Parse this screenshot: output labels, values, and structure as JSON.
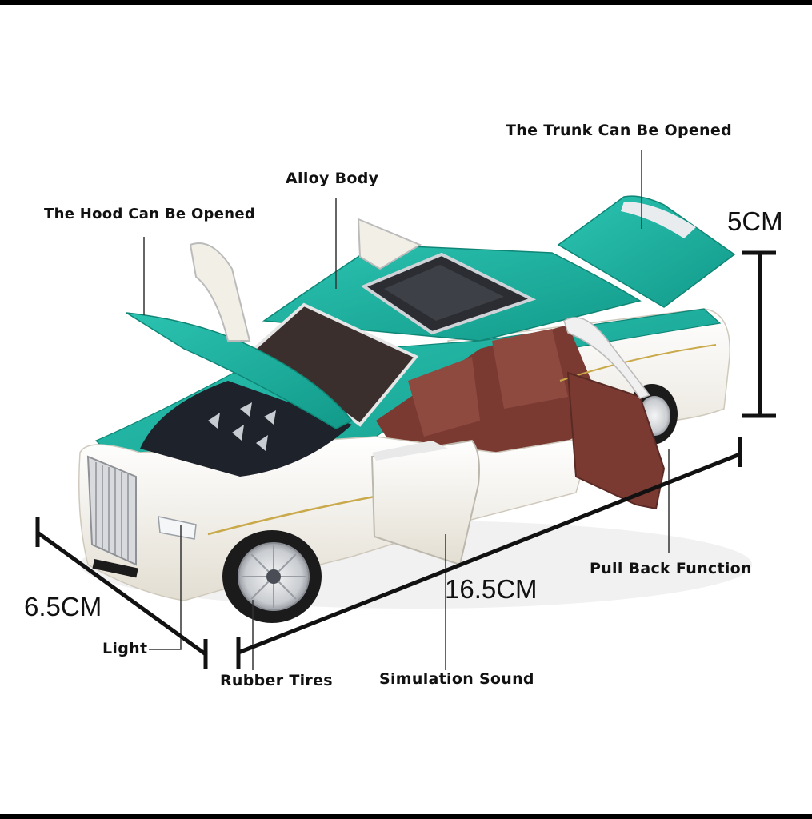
{
  "labels": {
    "trunk": "The Trunk Can Be Opened",
    "alloy": "Alloy Body",
    "hood": "The Hood Can Be Opened",
    "pull_back": "Pull Back Function",
    "light": "Light",
    "rubber_tires": "Rubber Tires",
    "simulation_sound": "Simulation Sound"
  },
  "dimensions": {
    "height": "5CM",
    "length": "16.5CM",
    "width": "6.5CM"
  },
  "colors": {
    "body_white": "#f1ede3",
    "accent_teal": "#1fb5a3",
    "interior_brown": "#7a3a32",
    "engine_dark": "#1e222a",
    "wheel_silver": "#d9dbde"
  }
}
